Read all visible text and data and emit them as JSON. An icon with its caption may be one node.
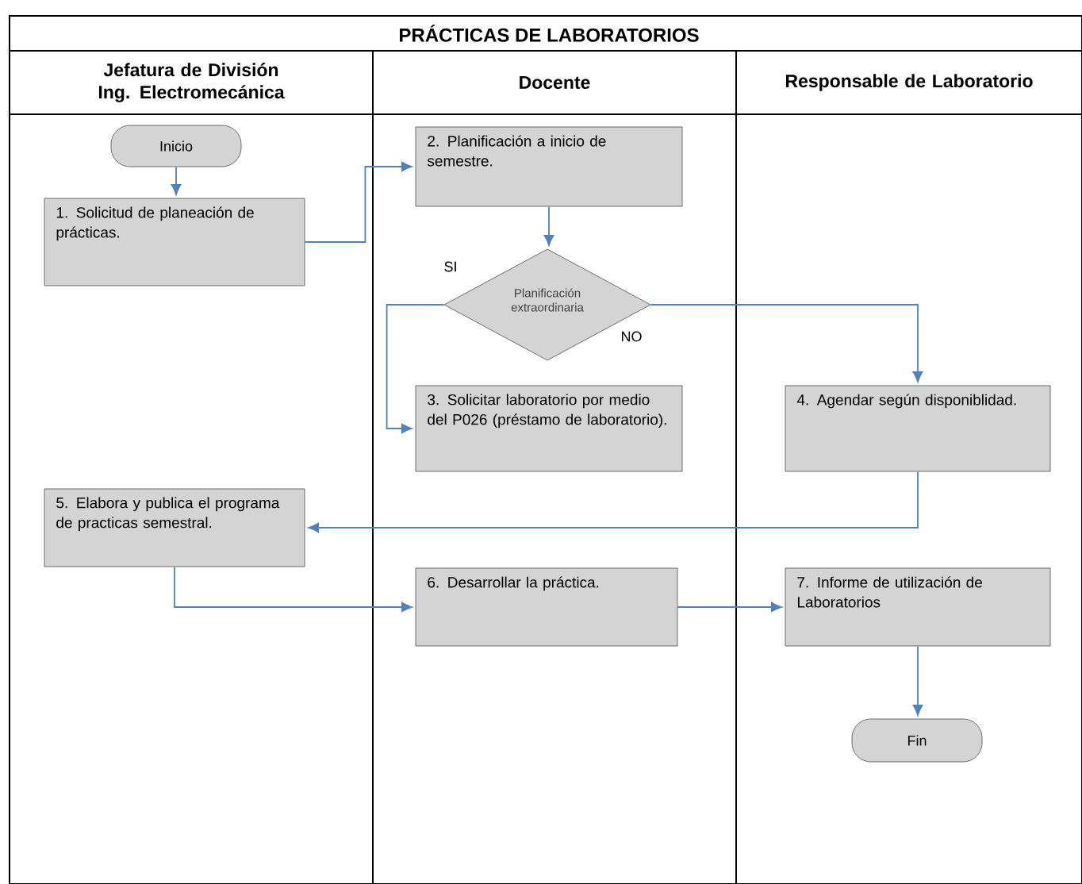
{
  "diagram": {
    "title": "PRÁCTICAS DE LABORATORIOS",
    "nodes": [
      {
        "text": [
          "Jefatura de División Ing. Electromecánica"
        ]
      },
      {
        "text": [
          "Docente"
        ]
      },
      {
        "text": [
          "Responsable de Laboratorio"
        ]
      },
      {
        "text": [
          "Inicio"
        ],
        "in": 0
      },
      {
        "text": [
          "1. Solicitud de planeación de prácticas."
        ],
        "in": 0
      },
      {
        "text": [
          "2. Planificación a inicio de semestre."
        ],
        "in": 1
      },
      {
        "text": [
          "Planificación extraordinaria"
        ],
        "in": 1
      },
      {
        "text": [
          "3. Solicitar laboratorio por medio del P026 (préstamo de laboratorio)."
        ],
        "in": 1
      },
      {
        "text": [
          "4. Agendar según disponiblidad."
        ],
        "in": 2
      },
      {
        "text": [
          "5. Elabora y publica el programa de practicas semestral."
        ],
        "in": 0
      },
      {
        "text": [
          "6. Desarrollar la práctica."
        ],
        "in": 1
      },
      {
        "text": [
          "7. Informe de utilización de Laboratorios"
        ],
        "in": 2
      },
      {
        "text": [
          "Fin"
        ],
        "in": 2
      }
    ],
    "edges": [
      {
        "from": 3,
        "to": 4,
        "arrow": "to"
      },
      {
        "from": 4,
        "to": 5,
        "arrow": "to"
      },
      {
        "from": 5,
        "to": 6,
        "arrow": "to"
      },
      {
        "from": 6,
        "to": 7,
        "arrow": "to",
        "label": "SI"
      },
      {
        "from": 6,
        "to": 8,
        "arrow": "to",
        "label": "NO"
      },
      {
        "from": 8,
        "to": 9,
        "arrow": "to"
      },
      {
        "from": 9,
        "to": 10,
        "arrow": "to"
      },
      {
        "from": 10,
        "to": 11,
        "arrow": "to"
      },
      {
        "from": 11,
        "to": 12,
        "arrow": "to"
      }
    ]
  }
}
